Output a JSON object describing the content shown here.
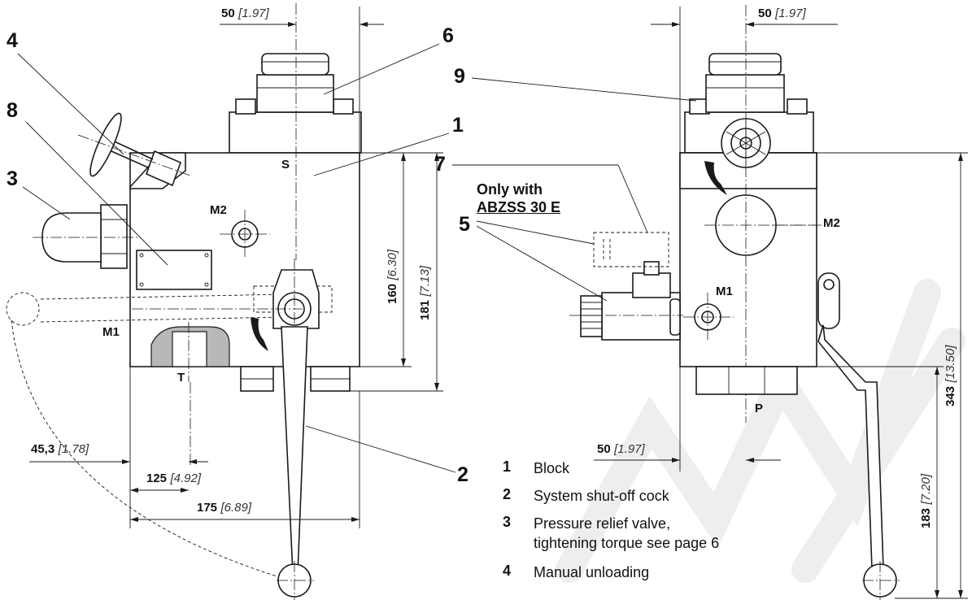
{
  "callouts": {
    "c1": "1",
    "c2": "2",
    "c3": "3",
    "c4": "4",
    "c5": "5",
    "c6": "6",
    "c7": "7",
    "c8": "8",
    "c9": "9"
  },
  "ports": {
    "s": "S",
    "m1_left": "M1",
    "m2_left": "M2",
    "t": "T",
    "m1_right": "M1",
    "m2_right": "M2",
    "p": "P"
  },
  "dimensions": {
    "top_left": {
      "value": "50",
      "inch": "[1.97]"
    },
    "top_right": {
      "value": "50",
      "inch": "[1.97]"
    },
    "mid_right": {
      "value": "50",
      "inch": "[1.97]"
    },
    "offset_45": {
      "value": "45,3",
      "inch": "[1.78]"
    },
    "width_125": {
      "value": "125",
      "inch": "[4.92]"
    },
    "width_175": {
      "value": "175",
      "inch": "[6.89]"
    },
    "height_160": {
      "value": "160",
      "inch": "[6.30]"
    },
    "height_181": {
      "value": "181",
      "inch": "[7.13]"
    },
    "height_343": {
      "value": "343",
      "inch": "[13.50]"
    },
    "height_183": {
      "value": "183",
      "inch": "[7.20]"
    }
  },
  "note": {
    "line1": "Only with",
    "line2": "ABZSS 30 E"
  },
  "legend": [
    {
      "num": "1",
      "text": "Block"
    },
    {
      "num": "2",
      "text": "System shut-off cock"
    },
    {
      "num": "3",
      "text": "Pressure relief valve,",
      "text2": "tightening torque see page 6"
    },
    {
      "num": "4",
      "text": "Manual unloading"
    }
  ],
  "colors": {
    "line": "#1a1a1a",
    "section_fill": "#b8b8b8",
    "watermark": "#eeeeee"
  }
}
